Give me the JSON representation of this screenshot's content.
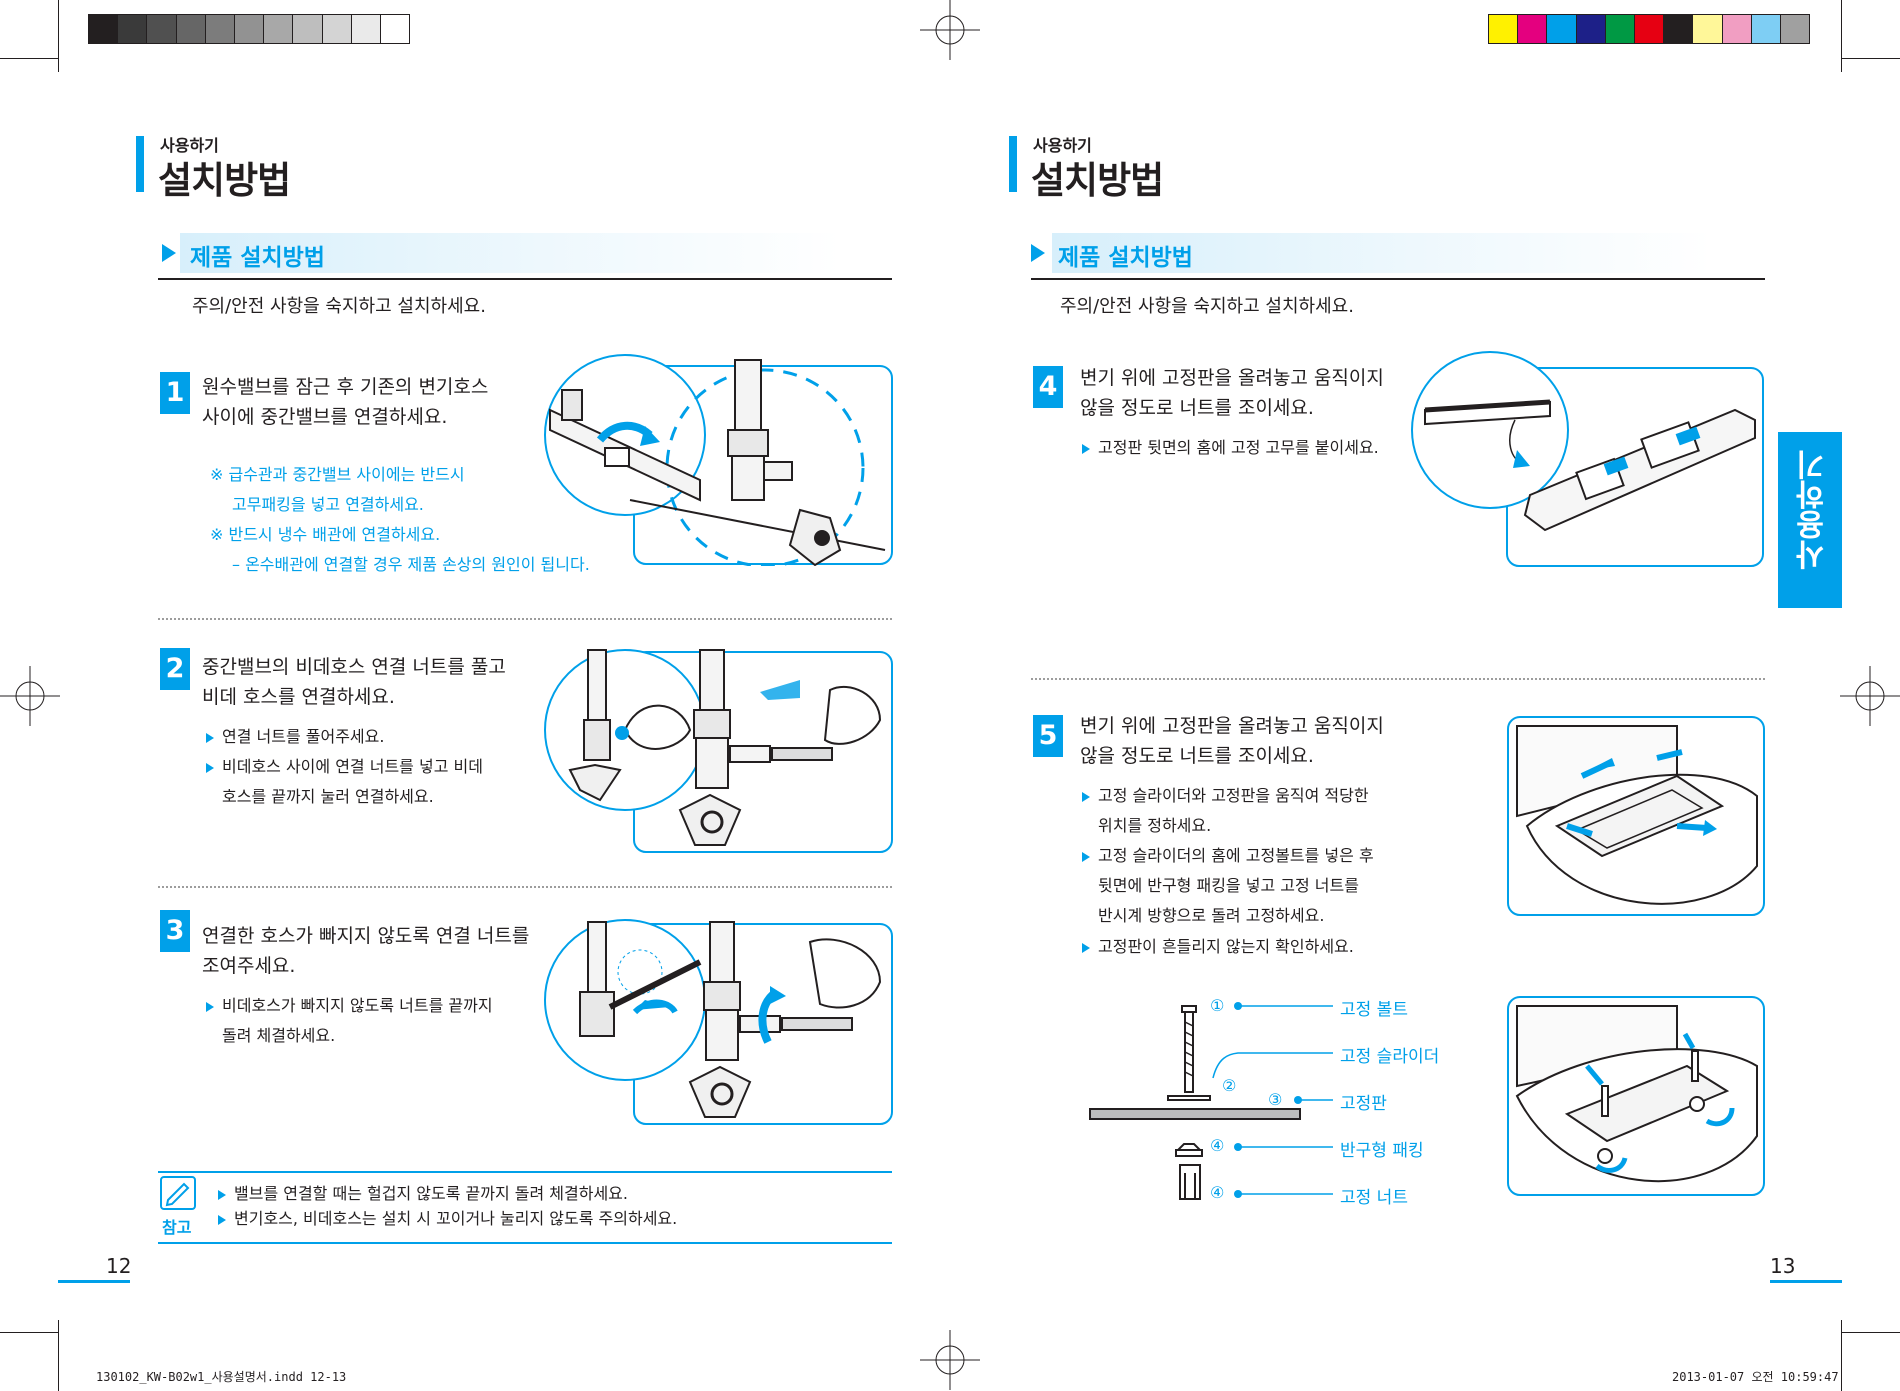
{
  "left": {
    "section_small": "사용하기",
    "section_title": "설치방법",
    "subheading": "제품 설치방법",
    "intro": "주의/안전 사항을 숙지하고 설치하세요.",
    "step1": {
      "number": "1",
      "lines": [
        "원수밸브를 잠근 후 기존의 변기호스",
        "사이에 중간밸브를 연결하세요."
      ],
      "warnings": [
        "※  급수관과 중간밸브 사이에는 반드시",
        "고무패킹을 넣고 연결하세요.",
        "※  반드시 냉수 배관에 연결하세요.",
        "– 온수배관에 연결할 경우 제품 손상의 원인이 됩니다."
      ]
    },
    "step2": {
      "number": "2",
      "lines": [
        "중간밸브의 비데호스 연결 너트를 풀고",
        "비데 호스를 연결하세요."
      ],
      "bullets": [
        "연결 너트를 풀어주세요.",
        "비데호스 사이에 연결 너트를 넣고 비데",
        "호스를 끝까지 눌러 연결하세요."
      ]
    },
    "step3": {
      "number": "3",
      "lines": [
        "연결한 호스가 빠지지 않도록 연결 너트를",
        "조여주세요."
      ],
      "bullets": [
        "비데호스가 빠지지 않도록 너트를 끝까지",
        "돌려 체결하세요."
      ]
    },
    "note": {
      "label": "참고",
      "items": [
        "밸브를 연결할 때는 헐겁지 않도록 끝까지 돌려 체결하세요.",
        "변기호스, 비데호스는 설치 시 꼬이거나 눌리지 않도록 주의하세요."
      ]
    },
    "page_number": "12"
  },
  "right": {
    "section_small": "사용하기",
    "section_title": "설치방법",
    "subheading": "제품 설치방법",
    "intro": "주의/안전 사항을 숙지하고 설치하세요.",
    "step4": {
      "number": "4",
      "lines": [
        "변기 위에 고정판을 올려놓고 움직이지",
        "않을 정도로 너트를 조이세요."
      ],
      "bullets": [
        "고정판 뒷면의 홈에 고정 고무를 붙이세요."
      ]
    },
    "step5": {
      "number": "5",
      "lines": [
        "변기 위에 고정판을 올려놓고 움직이지",
        "않을 정도로 너트를 조이세요."
      ],
      "bullets": [
        "고정 슬라이더와 고정판을 움직여 적당한",
        "위치를 정하세요.",
        "고정 슬라이더의 홈에 고정볼트를 넣은 후",
        "뒷면에 반구형 패킹을 넣고 고정 너트를",
        "반시계 방향으로 돌려 고정하세요.",
        "고정판이 흔들리지 않는지 확인하세요."
      ]
    },
    "parts": [
      {
        "num": "①",
        "label": "고정 볼트"
      },
      {
        "num": "②",
        "label": "고정 슬라이더"
      },
      {
        "num": "③",
        "label": "고정판"
      },
      {
        "num": "④",
        "label": "반구형 패킹"
      },
      {
        "num": "④",
        "label": "고정 너트"
      }
    ],
    "side_tab": "사용하기",
    "page_number": "13"
  },
  "footer": {
    "left": "130102_KW-B02w1_사용설명서.indd   12-13",
    "right": "2013-01-07   오전 10:59:47"
  },
  "colors": {
    "accent": "#00a0e9",
    "text": "#231f20",
    "gray_bar": [
      "#231f20",
      "#3a3a3a",
      "#505050",
      "#666666",
      "#7c7c7c",
      "#929292",
      "#a8a8a8",
      "#bebebe",
      "#d4d4d4",
      "#eaeaea",
      "#ffffff"
    ],
    "color_bar": [
      "#fff100",
      "#e4007f",
      "#00a0e9",
      "#1d2088",
      "#009944",
      "#e60012",
      "#231f20",
      "#fff799",
      "#f19ec2",
      "#7ecef4",
      "#a0a0a0"
    ]
  }
}
